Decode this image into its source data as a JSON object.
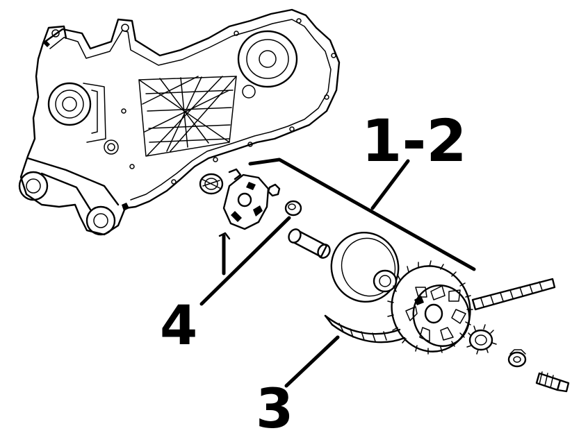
{
  "diagram": {
    "callouts": [
      {
        "id": "c12",
        "text": "1-2"
      },
      {
        "id": "c3",
        "text": "3"
      },
      {
        "id": "c4",
        "text": "4"
      }
    ],
    "colors": {
      "ink": "#000000",
      "paper": "#ffffff"
    }
  }
}
